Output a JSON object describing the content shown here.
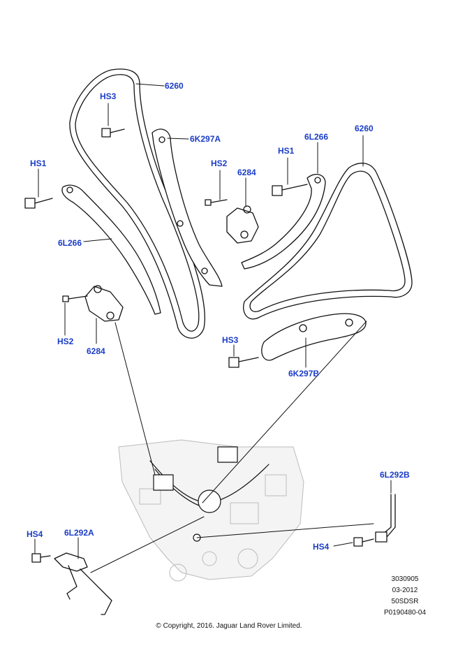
{
  "callouts": {
    "chain_left": "6260",
    "chain_right": "6260",
    "guide_a": "6K297A",
    "guide_b": "6K297B",
    "tensioner_arm_left": "6L266",
    "tensioner_arm_right": "6L266",
    "tensioner_left": "6284",
    "tensioner_right": "6284",
    "bracket_a": "6L292A",
    "bracket_b": "6L292B",
    "hs1_left": "HS1",
    "hs1_right": "HS1",
    "hs2_left": "HS2",
    "hs2_right": "HS2",
    "hs3_top": "HS3",
    "hs3_bottom": "HS3",
    "hs4_left": "HS4",
    "hs4_right": "HS4"
  },
  "meta": {
    "line1": "3030905",
    "line2": "03-2012",
    "line3": "50SDSR",
    "line4": "P0190480-04"
  },
  "copyright": "© Copyright, 2016. Jaguar Land Rover Limited.",
  "colors": {
    "callout": "#1a3cc8",
    "line": "#111111",
    "part_fill": "#ffffff",
    "engine": "#c8c8c8"
  }
}
